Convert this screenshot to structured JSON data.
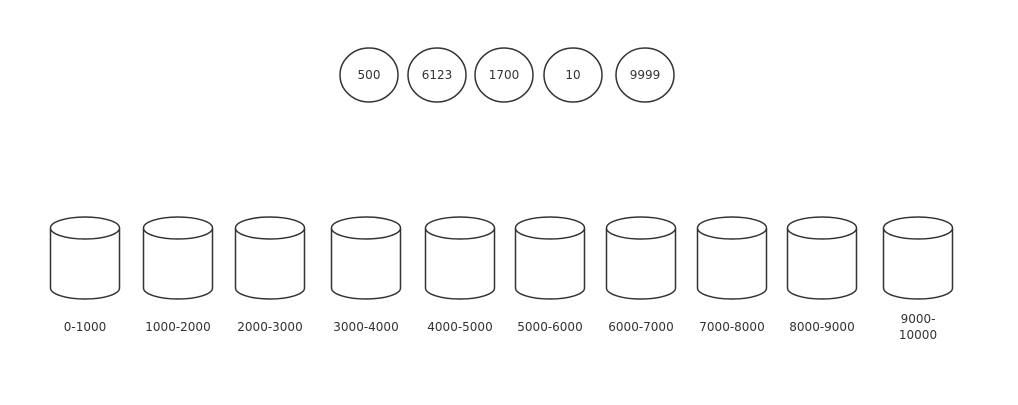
{
  "numbers": [
    "500",
    "6123",
    "1700",
    "10",
    "9999"
  ],
  "buckets": [
    "0-1000",
    "1000-2000",
    "2000-3000",
    "3000-4000",
    "4000-5000",
    "5000-6000",
    "6000-7000",
    "7000-8000",
    "8000-9000",
    "9000-10000"
  ],
  "colors": {
    "stroke": "#333333",
    "fill": "#ffffff",
    "text": "#333333"
  }
}
